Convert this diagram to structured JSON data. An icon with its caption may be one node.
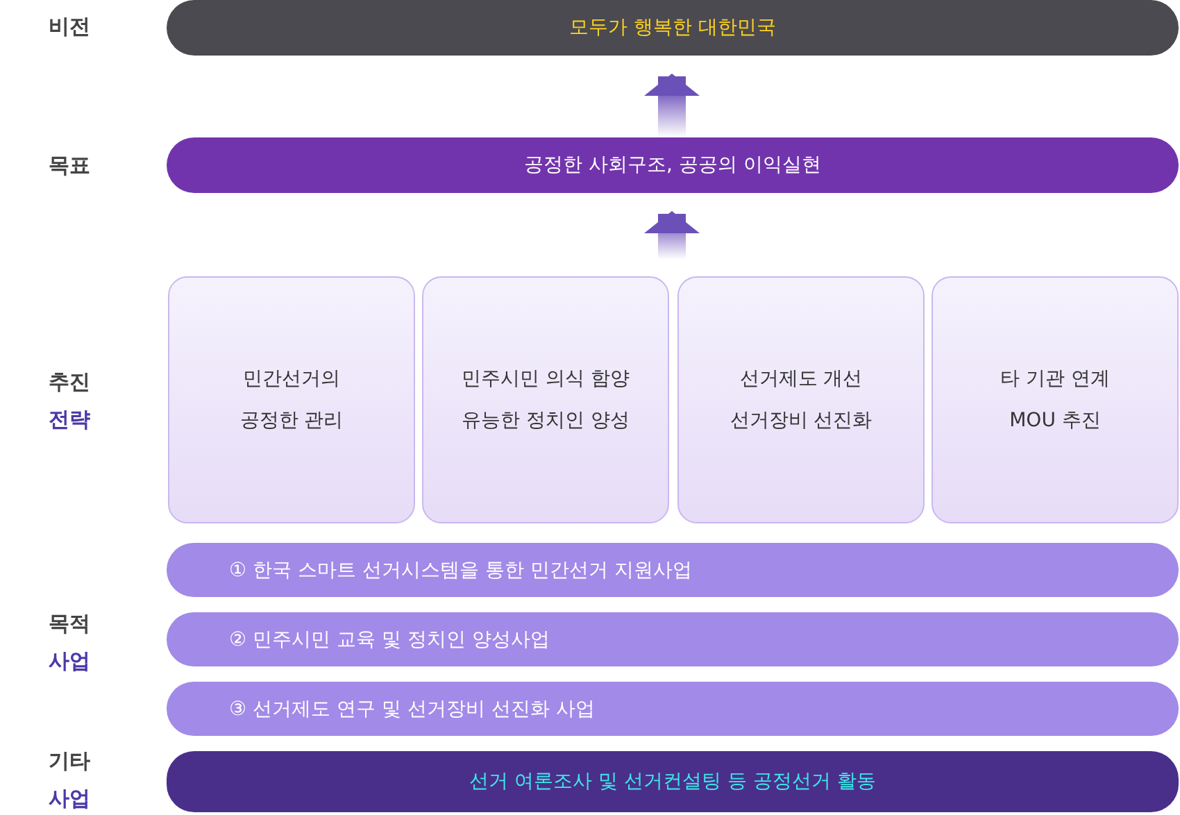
{
  "diagram": {
    "nodes": [
      {
        "text": [
          "모두가 행복한 대한민국"
        ]
      },
      {
        "text": [
          "공정한 사회구조, 공공의 이익실현"
        ]
      },
      {
        "text": [
          "민간선거의 공정한 관리"
        ]
      },
      {
        "text": [
          "민주시민 의식 함양 유능한 정치인 양성"
        ]
      },
      {
        "text": [
          "선거제도 개선 선거장비 선진화"
        ]
      },
      {
        "text": [
          "타 기관 연계 MOU 추진"
        ]
      },
      {
        "text": [
          "① 한국 스마트 선거시스템을 통한 민간선거 지원사업"
        ]
      },
      {
        "text": [
          "② 민주시민 교육 및 정치인 양성사업"
        ]
      },
      {
        "text": [
          "③ 선거제도 연구 및 선거장비 선진화 사업"
        ]
      },
      {
        "text": [
          "선거 여론조사 및 선거컨설팅 등 공정선거 활동"
        ]
      }
    ],
    "edges": [
      {
        "from": 1,
        "to": 0,
        "arrow": "to"
      },
      {
        "from": null,
        "to": 1,
        "arrow": "to"
      }
    ],
    "labels": [
      "비전",
      "목표",
      "추진",
      "전략",
      "목적",
      "사업",
      "기타",
      "사업"
    ]
  }
}
